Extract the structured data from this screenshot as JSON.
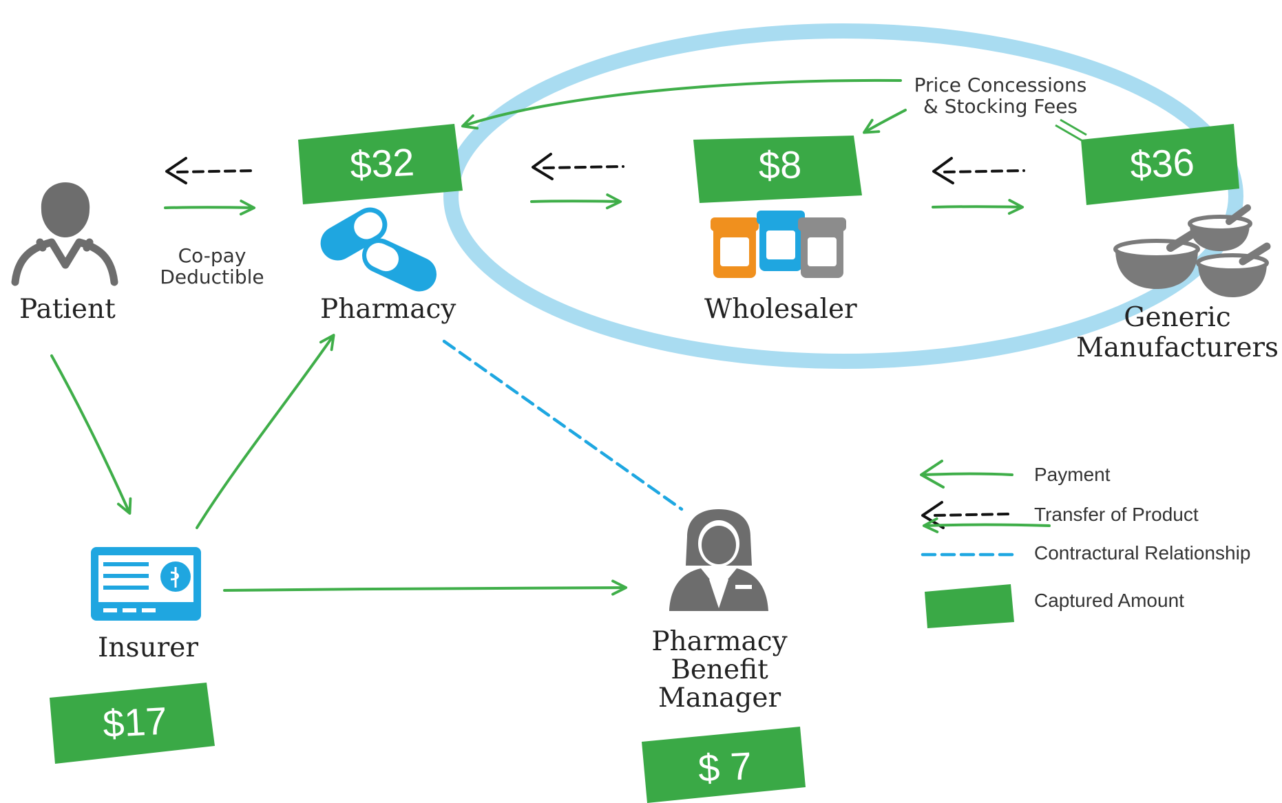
{
  "colors": {
    "payment": "#3fae49",
    "product": "#111111",
    "contract": "#1ea7e1",
    "captured": "#3aa946",
    "ellipse": "#a9dcf1",
    "pill_blue": "#1fa6e0",
    "jar_orange": "#f0901e",
    "jar_gray": "#8c8c8c",
    "person_gray": "#6d6d6d"
  },
  "nodes": {
    "patient": {
      "label": "Patient",
      "icon": "person-icon"
    },
    "pharmacy": {
      "label": "Pharmacy",
      "icon": "pills-icon",
      "captured": "$32"
    },
    "wholesaler": {
      "label": "Wholesaler",
      "icon": "pill-jars-icon",
      "captured": "$8"
    },
    "manufacturers": {
      "label_line1": "Generic",
      "label_line2": "Manufacturers",
      "icon": "mortar-pestle-icon",
      "captured": "$36"
    },
    "insurer": {
      "label": "Insurer",
      "icon": "insurance-card-icon",
      "captured": "$17"
    },
    "pbm": {
      "label_line1": "Pharmacy",
      "label_line2": "Benefit",
      "label_line3": "Manager",
      "icon": "pharmacist-icon",
      "captured": "$ 7"
    }
  },
  "annotations": {
    "copay_line1": "Co-pay",
    "copay_line2": "Deductible",
    "concessions_line1": "Price Concessions",
    "concessions_line2": "& Stocking Fees"
  },
  "legend": {
    "payment": "Payment",
    "transfer": "Transfer of Product",
    "contract": "Contractural Relationship",
    "captured": "Captured Amount"
  }
}
